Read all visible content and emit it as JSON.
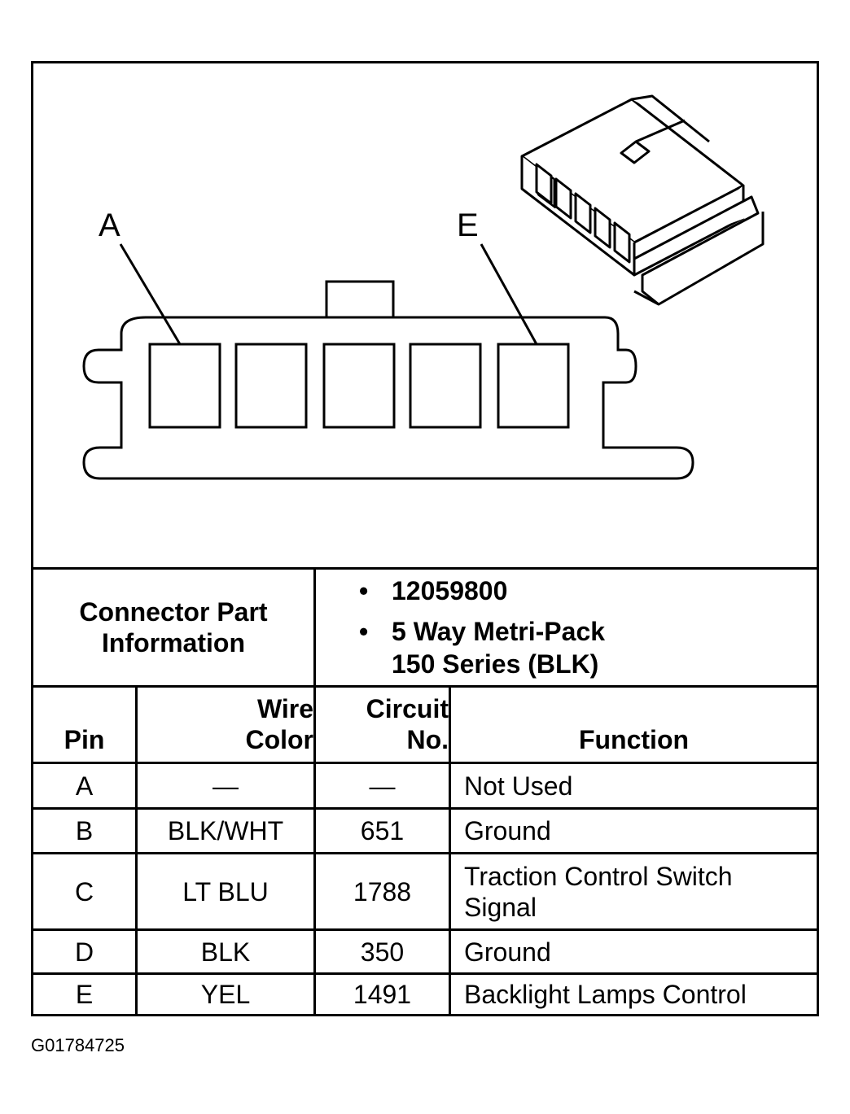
{
  "diagram": {
    "pin_labels": {
      "first": "A",
      "last": "E"
    }
  },
  "connector_info": {
    "label_line1": "Connector Part",
    "label_line2": "Information",
    "bullet": "•",
    "part_number": "12059800",
    "description_line1": "5 Way Metri-Pack",
    "description_line2": "150 Series (BLK)"
  },
  "table": {
    "headers": {
      "pin": "Pin",
      "wire_color_line1": "Wire",
      "wire_color_line2": "Color",
      "circuit_line1": "Circuit",
      "circuit_line2": "No.",
      "function": "Function"
    },
    "rows": [
      {
        "pin": "A",
        "wire": "—",
        "circuit": "—",
        "function_line1": "Not Used",
        "function_line2": ""
      },
      {
        "pin": "B",
        "wire": "BLK/WHT",
        "circuit": "651",
        "function_line1": "Ground",
        "function_line2": ""
      },
      {
        "pin": "C",
        "wire": "LT BLU",
        "circuit": "1788",
        "function_line1": "Traction Control Switch",
        "function_line2": "Signal"
      },
      {
        "pin": "D",
        "wire": "BLK",
        "circuit": "350",
        "function_line1": "Ground",
        "function_line2": ""
      },
      {
        "pin": "E",
        "wire": "YEL",
        "circuit": "1491",
        "function_line1": "Backlight Lamps Control",
        "function_line2": ""
      }
    ]
  },
  "figure_id": "G01784725"
}
